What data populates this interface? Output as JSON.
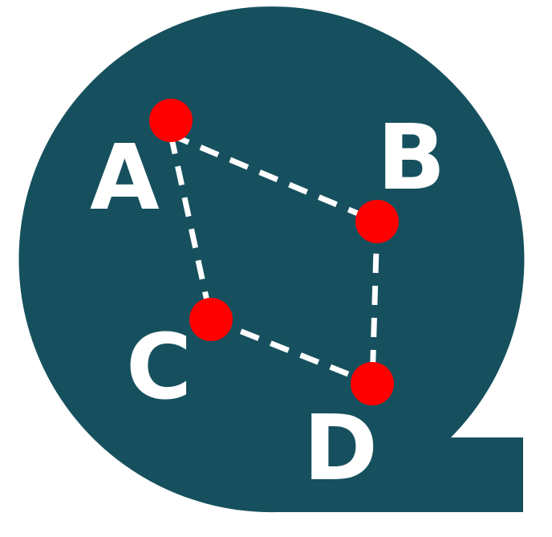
{
  "logo": {
    "background_color": "#16505E",
    "line_color": "#FFFFFF",
    "node_color": "#FF0000",
    "label_color": "#FFFFFF"
  },
  "nodes": [
    {
      "id": "A",
      "label": "A"
    },
    {
      "id": "B",
      "label": "B"
    },
    {
      "id": "C",
      "label": "C"
    },
    {
      "id": "D",
      "label": "D"
    }
  ],
  "edges": [
    {
      "from": "A",
      "to": "B"
    },
    {
      "from": "A",
      "to": "C"
    },
    {
      "from": "B",
      "to": "D"
    },
    {
      "from": "C",
      "to": "D"
    }
  ]
}
